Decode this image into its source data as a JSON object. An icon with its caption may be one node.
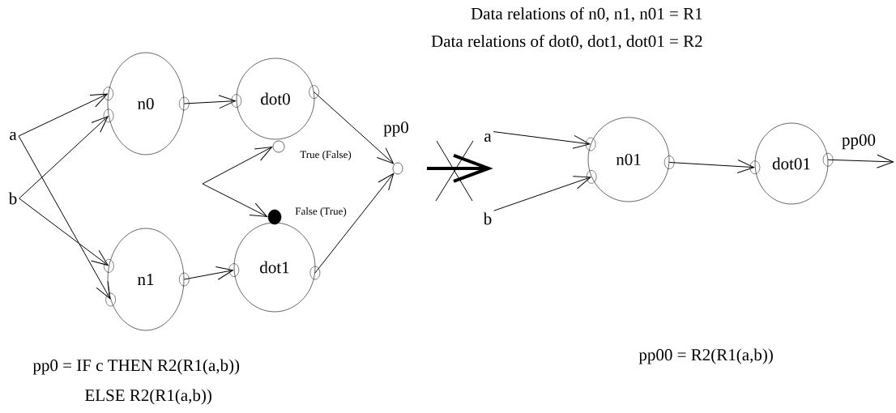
{
  "diagram": {
    "nodes": [
      {
        "text": [
          "a"
        ]
      },
      {
        "text": [
          "b"
        ]
      },
      {
        "text": [
          "n0"
        ]
      },
      {
        "text": [
          "n1"
        ]
      },
      {
        "text": [
          "dot0"
        ]
      },
      {
        "text": [
          "dot1"
        ]
      },
      {
        "text": [
          "pp0"
        ]
      },
      {
        "text": [
          "True (False)"
        ]
      },
      {
        "text": [
          "False (True)"
        ]
      },
      {
        "text": [
          "a"
        ]
      },
      {
        "text": [
          "b"
        ]
      },
      {
        "text": [
          "n01"
        ]
      },
      {
        "text": [
          "dot01"
        ]
      }
    ],
    "edges": [
      {
        "from": 0,
        "to": 2,
        "arrow": "to"
      },
      {
        "from": 0,
        "to": 3,
        "arrow": "to"
      },
      {
        "from": 1,
        "to": 2,
        "arrow": "to"
      },
      {
        "from": 1,
        "to": 3,
        "arrow": "to"
      },
      {
        "from": 2,
        "to": 4,
        "arrow": "to"
      },
      {
        "from": 3,
        "to": 5,
        "arrow": "to"
      },
      {
        "from": 4,
        "to": 6,
        "arrow": "to"
      },
      {
        "from": 5,
        "to": 6,
        "arrow": "to"
      },
      {
        "from": null,
        "to": 7,
        "arrow": "to"
      },
      {
        "from": null,
        "to": 8,
        "arrow": "to"
      },
      {
        "from": 9,
        "to": 11,
        "arrow": "to"
      },
      {
        "from": 10,
        "to": 11,
        "arrow": "to"
      },
      {
        "from": 11,
        "to": 12,
        "arrow": "to"
      },
      {
        "from": 12,
        "to": null,
        "arrow": "to",
        "label": "pp00"
      }
    ],
    "labels": [
      "Data relations of n0, n1, n01 = R1",
      "Data relations of dot0, dot1, dot01 = R2",
      "pp0 =  IF  c  THEN  R2(R1(a,b))",
      "ELSE R2(R1(a,b))",
      "pp00  = R2(R1(a,b))"
    ]
  }
}
